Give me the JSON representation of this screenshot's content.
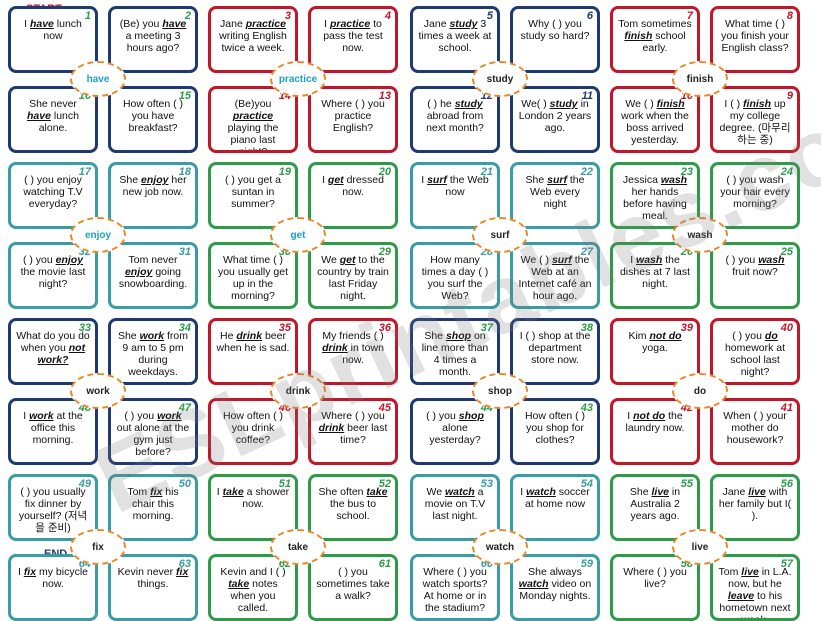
{
  "labels": {
    "start": "START",
    "end": "END"
  },
  "watermark": "ESLprintables.com",
  "cards": [
    {
      "n": "1",
      "b": "navy",
      "c": "green",
      "t": "I <b>have</b> lunch now"
    },
    {
      "n": "2",
      "b": "navy",
      "c": "green",
      "t": "(Be) you <b>have</b> a meeting 3 hours ago?"
    },
    {
      "n": "3",
      "b": "red",
      "c": "red",
      "t": "Jane <b>practice</b> writing English twice a week."
    },
    {
      "n": "4",
      "b": "red",
      "c": "red",
      "t": "I <b>practice</b> to pass the test now."
    },
    {
      "n": "5",
      "b": "navy",
      "c": "navy",
      "t": "Jane <b>study</b> 3 times a week at school."
    },
    {
      "n": "6",
      "b": "navy",
      "c": "navy",
      "t": "Why ( ) you study so hard?"
    },
    {
      "n": "7",
      "b": "red",
      "c": "red",
      "t": "Tom sometimes <b>finish</b> school early."
    },
    {
      "n": "8",
      "b": "red",
      "c": "red",
      "t": "What time ( ) you finish your English class?"
    },
    {
      "n": "9",
      "b": "red",
      "c": "red",
      "t": "I ( ) <b>finish</b> up my college degree. (마무리 하는 중)"
    },
    {
      "n": "10",
      "b": "red",
      "c": "red",
      "t": "We ( ) <b>finish</b> work when the boss arrived yesterday."
    },
    {
      "n": "11",
      "b": "navy",
      "c": "navy",
      "t": "We( ) <b>study</b> in London 2 years ago."
    },
    {
      "n": "12",
      "b": "navy",
      "c": "navy",
      "t": "( ) he <b>study</b> abroad from next month?"
    },
    {
      "n": "13",
      "b": "red",
      "c": "red",
      "t": "Where ( ) you practice English?"
    },
    {
      "n": "14",
      "b": "red",
      "c": "red",
      "t": "(Be)you <b>practice</b> playing the piano last night?"
    },
    {
      "n": "15",
      "b": "navy",
      "c": "green",
      "t": "How often ( ) you have breakfast?"
    },
    {
      "n": "16",
      "b": "navy",
      "c": "green",
      "t": "She never <b>have</b> lunch alone."
    },
    {
      "n": "17",
      "b": "teal",
      "c": "teal",
      "t": "( ) you enjoy watching T.V everyday?"
    },
    {
      "n": "18",
      "b": "teal",
      "c": "teal",
      "t": "She <b>enjoy</b> her new job now."
    },
    {
      "n": "19",
      "b": "green",
      "c": "green",
      "t": "( ) you get a suntan in summer?"
    },
    {
      "n": "20",
      "b": "green",
      "c": "green",
      "t": "I <b>get</b> dressed now."
    },
    {
      "n": "21",
      "b": "teal",
      "c": "teal",
      "t": "I <b>surf</b> the Web now"
    },
    {
      "n": "22",
      "b": "teal",
      "c": "teal",
      "t": "She <b>surf</b> the Web every night"
    },
    {
      "n": "23",
      "b": "green",
      "c": "green",
      "t": "Jessica <b>wash</b> her hands before having meal."
    },
    {
      "n": "24",
      "b": "green",
      "c": "green",
      "t": "( ) you wash your hair every morning?"
    },
    {
      "n": "25",
      "b": "green",
      "c": "green",
      "t": "( ) you <b>wash</b> fruit now?"
    },
    {
      "n": "26",
      "b": "green",
      "c": "green",
      "t": "I <b>wash</b> the dishes at 7 last night."
    },
    {
      "n": "27",
      "b": "teal",
      "c": "teal",
      "t": "We ( ) <b>surf</b> the Web at an Internet café an hour ago."
    },
    {
      "n": "28",
      "b": "teal",
      "c": "teal",
      "t": "How many times a day ( ) you surf the Web?"
    },
    {
      "n": "29",
      "b": "green",
      "c": "green",
      "t": "We <b>get</b> to the country by train last Friday night."
    },
    {
      "n": "30",
      "b": "green",
      "c": "green",
      "t": "What time ( ) you usually get up in the morning?"
    },
    {
      "n": "31",
      "b": "teal",
      "c": "teal",
      "t": "Tom never <b>enjoy</b> going snowboarding."
    },
    {
      "n": "32",
      "b": "teal",
      "c": "teal",
      "t": "( ) you <b>enjoy</b> the movie last night?"
    },
    {
      "n": "33",
      "b": "navy",
      "c": "green",
      "t": "What do you do when you <b>not work?</b>"
    },
    {
      "n": "34",
      "b": "navy",
      "c": "green",
      "t": "She <b>work</b> from 9 am to 5 pm during weekdays."
    },
    {
      "n": "35",
      "b": "red",
      "c": "red",
      "t": "He <b>drink</b> beer when he is sad."
    },
    {
      "n": "36",
      "b": "red",
      "c": "red",
      "t": "My friends ( ) <b>drink</b> in town now."
    },
    {
      "n": "37",
      "b": "navy",
      "c": "green",
      "t": "She <b>shop</b> on line more than 4 times a month."
    },
    {
      "n": "38",
      "b": "navy",
      "c": "green",
      "t": "I ( ) shop at the department store now."
    },
    {
      "n": "39",
      "b": "red",
      "c": "red",
      "t": "Kim <b>not do</b> yoga."
    },
    {
      "n": "40",
      "b": "red",
      "c": "red",
      "t": "( ) you <b>do</b> homework at school last night?"
    },
    {
      "n": "41",
      "b": "red",
      "c": "red",
      "t": "When ( ) your mother do housework?"
    },
    {
      "n": "42",
      "b": "red",
      "c": "red",
      "t": "I <b>not do</b> the laundry now."
    },
    {
      "n": "43",
      "b": "navy",
      "c": "green",
      "t": "How often ( ) you shop for clothes?"
    },
    {
      "n": "44",
      "b": "navy",
      "c": "green",
      "t": "( ) you <b>shop</b> alone yesterday?"
    },
    {
      "n": "45",
      "b": "red",
      "c": "red",
      "t": "Where ( ) you <b>drink</b> beer last time?"
    },
    {
      "n": "46",
      "b": "red",
      "c": "red",
      "t": "How often ( ) you drink coffee?"
    },
    {
      "n": "47",
      "b": "navy",
      "c": "green",
      "t": "( ) you <b>work</b> out alone at the gym just before?"
    },
    {
      "n": "48",
      "b": "navy",
      "c": "green",
      "t": "I <b>work</b> at the office this morning."
    },
    {
      "n": "49",
      "b": "teal",
      "c": "teal",
      "t": "( ) you usually fix dinner by yourself? (저녁을 준비)"
    },
    {
      "n": "50",
      "b": "teal",
      "c": "teal",
      "t": "Tom <b>fix</b> his chair this morning."
    },
    {
      "n": "51",
      "b": "green",
      "c": "green",
      "t": "I <b>take</b> a shower now."
    },
    {
      "n": "52",
      "b": "green",
      "c": "green",
      "t": "She often <b>take</b> the bus to school."
    },
    {
      "n": "53",
      "b": "teal",
      "c": "teal",
      "t": "We <b>watch</b> a movie on T.V last night."
    },
    {
      "n": "54",
      "b": "teal",
      "c": "teal",
      "t": "I <b>watch</b> soccer at home now"
    },
    {
      "n": "55",
      "b": "green",
      "c": "green",
      "t": "She <b>live</b> in Australia 2 years ago."
    },
    {
      "n": "56",
      "b": "green",
      "c": "green",
      "t": "Jane <b>live</b> with her family but I( )."
    },
    {
      "n": "57",
      "b": "green",
      "c": "green",
      "t": "Tom <b>live</b> in L.A. now, but he <b>leave</b> to his hometown next week."
    },
    {
      "n": "58",
      "b": "green",
      "c": "green",
      "t": "Where ( ) you live?"
    },
    {
      "n": "59",
      "b": "teal",
      "c": "teal",
      "t": "She always <b>watch</b> video on Monday nights."
    },
    {
      "n": "60",
      "b": "teal",
      "c": "teal",
      "t": "Where ( ) you watch sports? At home or in the stadium?"
    },
    {
      "n": "61",
      "b": "green",
      "c": "green",
      "t": "( ) you sometimes take a walk?"
    },
    {
      "n": "62",
      "b": "green",
      "c": "green",
      "t": "Kevin and I ( ) <b>take</b> notes when you called."
    },
    {
      "n": "63",
      "b": "teal",
      "c": "teal",
      "t": "Kevin never <b>fix</b> things."
    },
    {
      "n": "64",
      "b": "teal",
      "c": "teal",
      "t": "I <b>fix</b> my bicycle now."
    }
  ],
  "hubs": [
    {
      "t": "have",
      "s": "blue"
    },
    {
      "t": "practice",
      "s": "blue"
    },
    {
      "t": "study",
      "s": "dark"
    },
    {
      "t": "finish",
      "s": "dark"
    },
    {
      "t": "enjoy",
      "s": "blue"
    },
    {
      "t": "get",
      "s": "blue"
    },
    {
      "t": "surf",
      "s": "dark"
    },
    {
      "t": "wash",
      "s": "dark"
    },
    {
      "t": "work",
      "s": "dark"
    },
    {
      "t": "drink",
      "s": "dark"
    },
    {
      "t": "shop",
      "s": "dark"
    },
    {
      "t": "do",
      "s": "dark"
    },
    {
      "t": "fix",
      "s": "dark"
    },
    {
      "t": "take",
      "s": "dark"
    },
    {
      "t": "watch",
      "s": "dark"
    },
    {
      "t": "live",
      "s": "dark"
    }
  ]
}
